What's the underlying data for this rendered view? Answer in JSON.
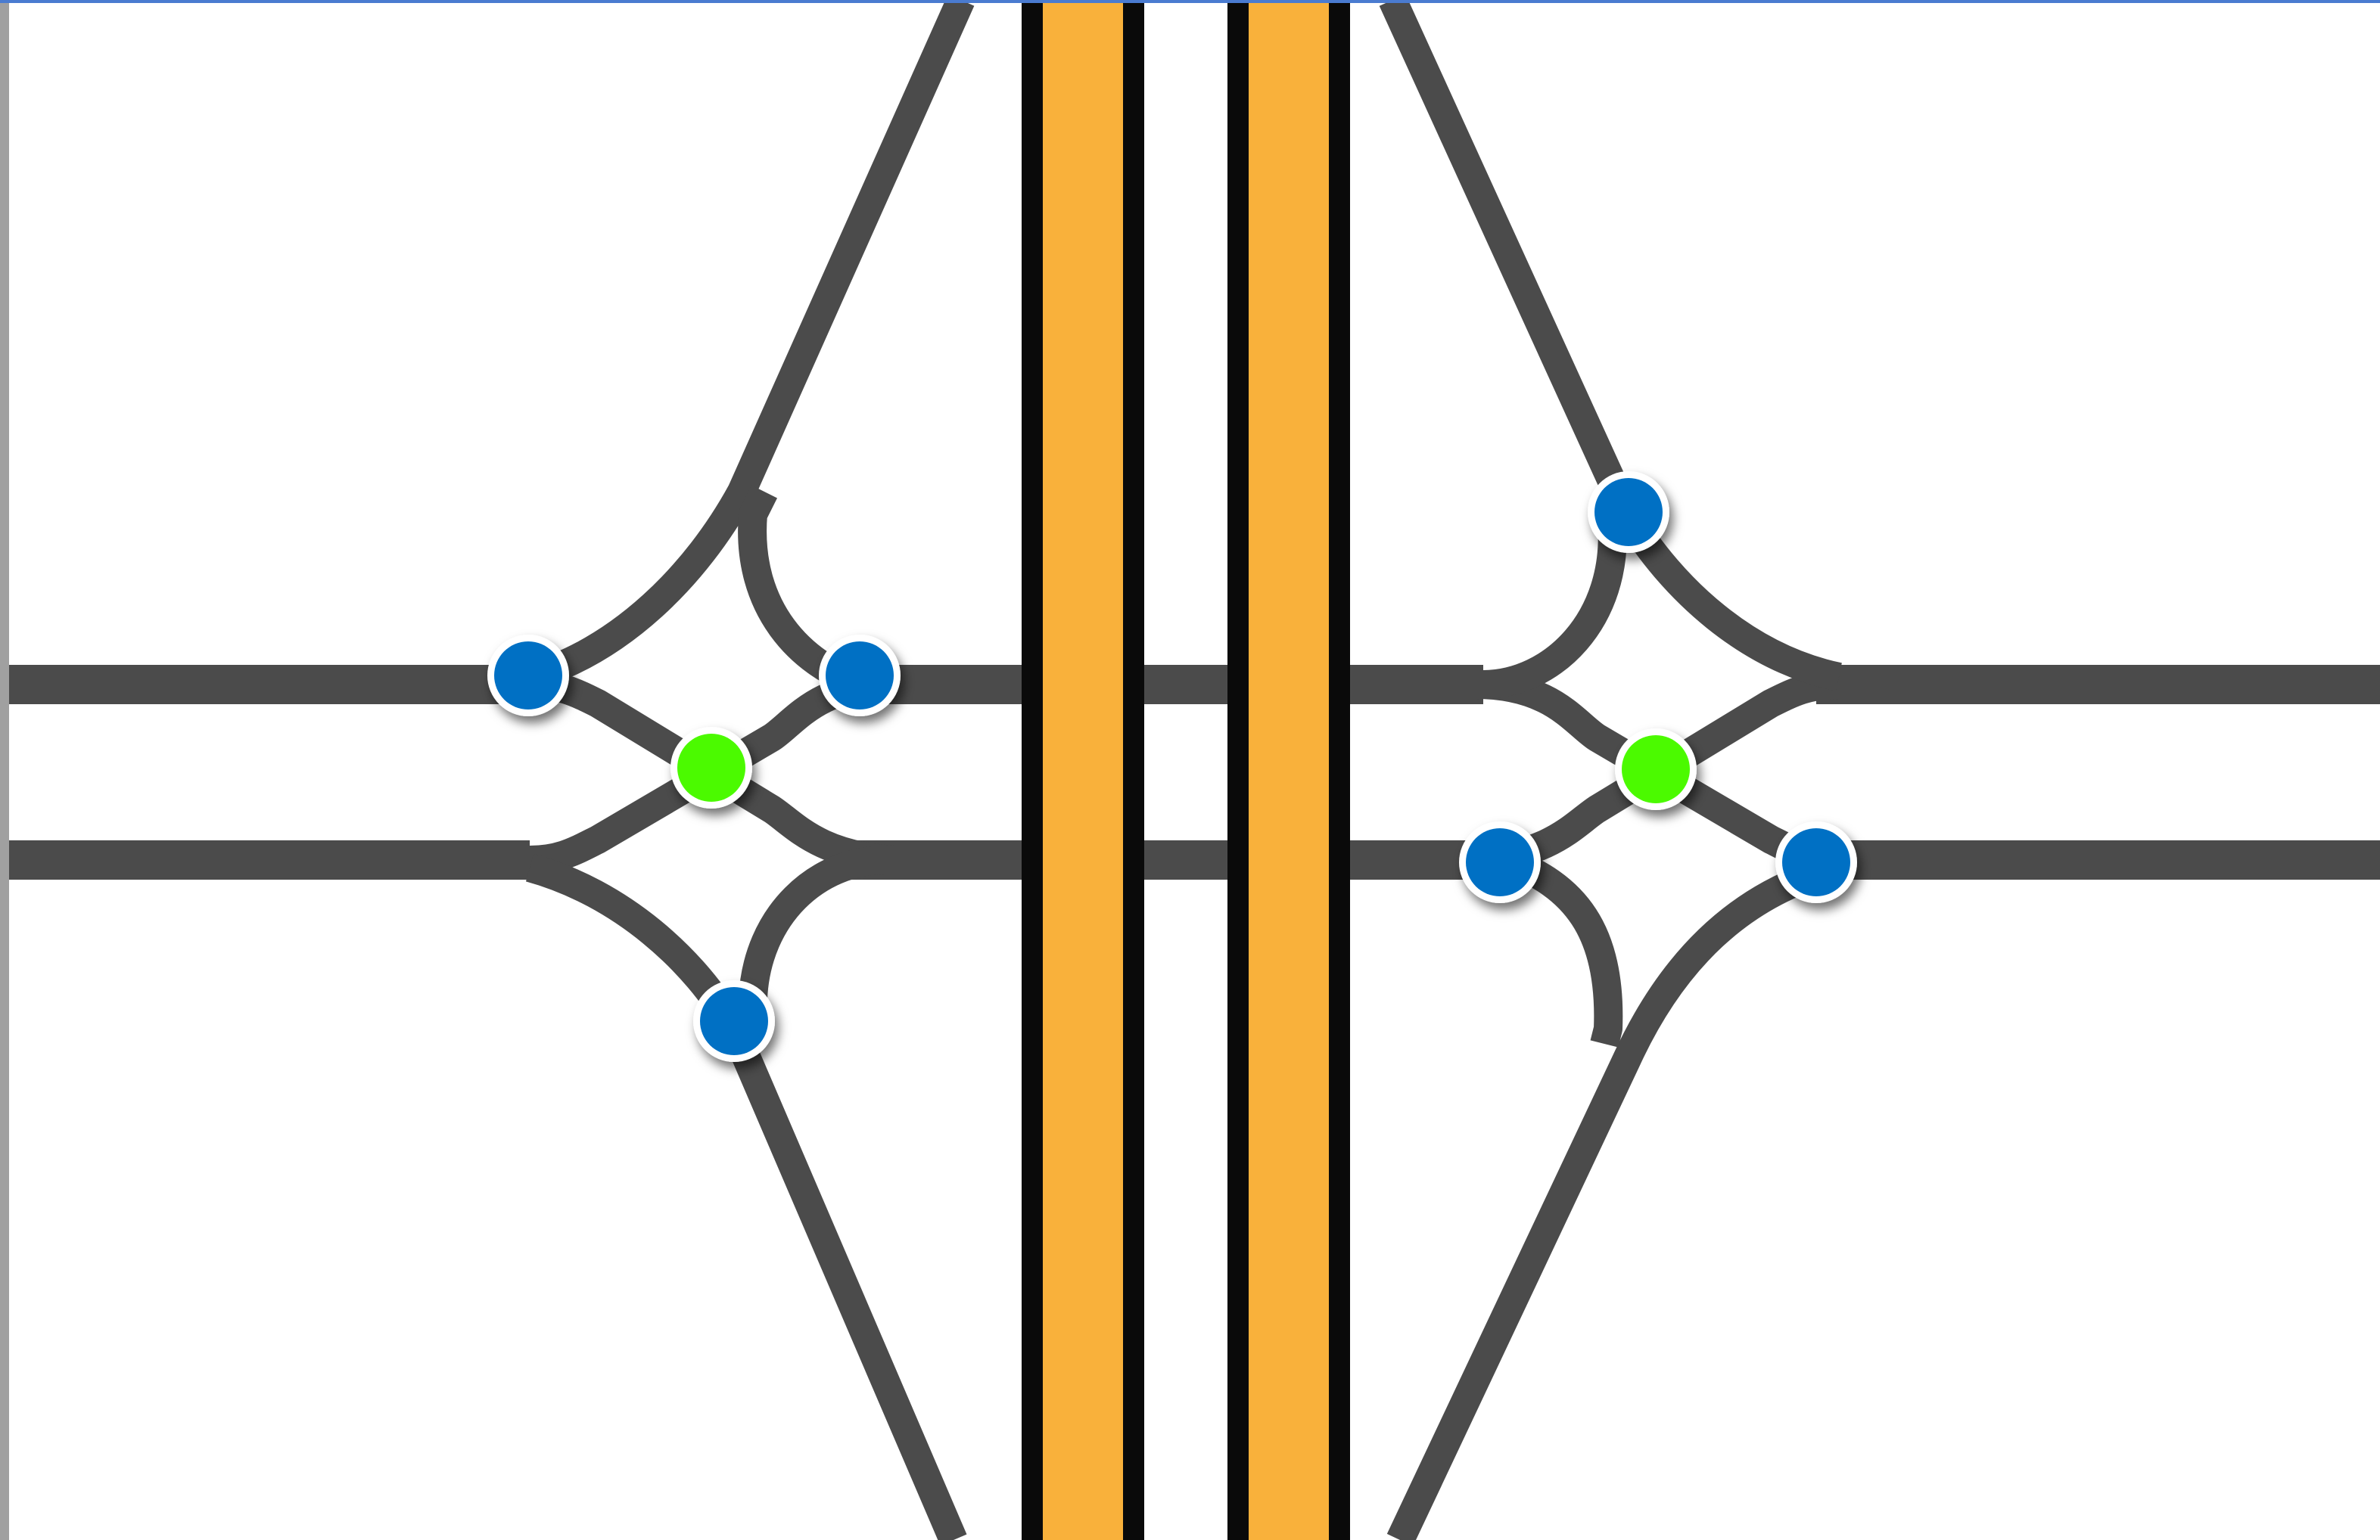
{
  "colors": {
    "background": "#ffffff",
    "road": "#4b4b4b",
    "freeway_fill": "#f9b13b",
    "freeway_edge": "#0a0a0a",
    "signal_blue": "#0070c4",
    "signal_green": "#4cfa00",
    "marker_ring": "#ffffff",
    "left_frame": "#a0a0a0",
    "top_frame": "#4a7bd0"
  },
  "diagram": {
    "type": "double crossover merge interchange",
    "interchange_count": 2,
    "freeway_carriageways": 2,
    "arterial_lanes": 2,
    "ramps_per_interchange": 4,
    "markers": {
      "blue_signal_count": 8,
      "green_signal_count": 2
    }
  }
}
